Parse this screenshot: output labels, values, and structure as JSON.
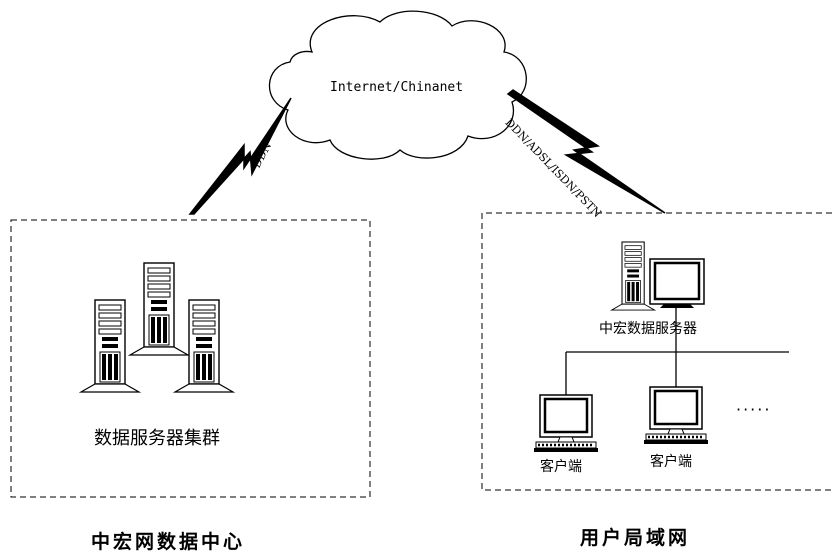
{
  "cloud_label": "Internet/Chinanet",
  "link_left_label": "DDN",
  "link_right_label": "DDN/ADSL/ISDN/PSTN",
  "cluster_label": "数据服务器集群",
  "datacenter_title": "中宏网数据中心",
  "user_server_label": "中宏数据服务器",
  "client_1_label": "客户端",
  "client_2_label": "客户端",
  "ellipsis": "·····",
  "lan_title": "用户局域网"
}
